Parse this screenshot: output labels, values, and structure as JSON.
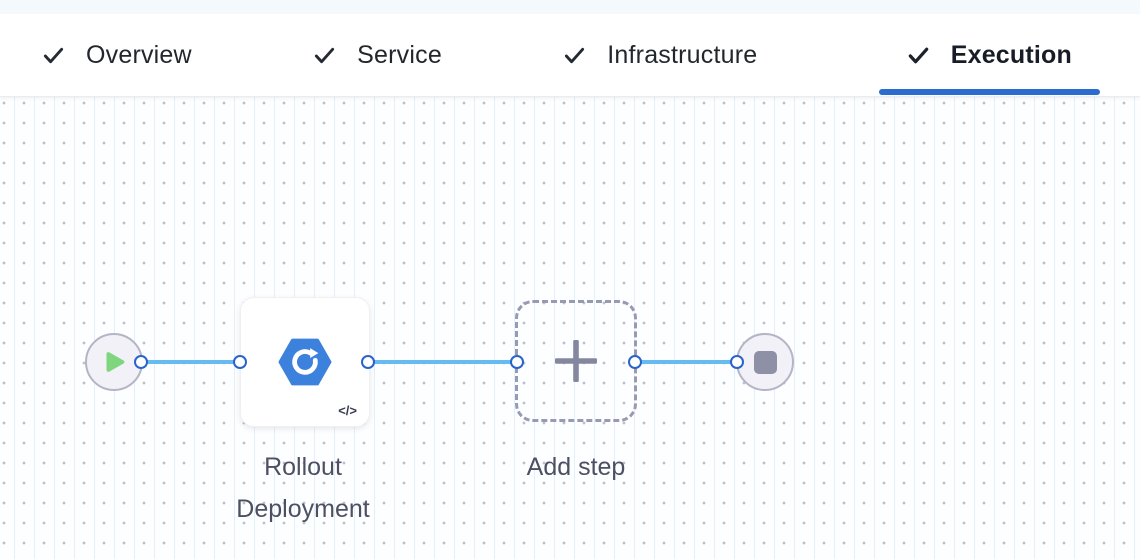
{
  "tab_bar": {
    "tabs": [
      {
        "label": "Overview",
        "status_icon": "check",
        "active": false
      },
      {
        "label": "Service",
        "status_icon": "check",
        "active": false
      },
      {
        "label": "Infrastructure",
        "status_icon": "check",
        "active": false
      },
      {
        "label": "Execution",
        "status_icon": "check",
        "active": true
      }
    ]
  },
  "pipeline": {
    "start_node": {
      "icon": "play"
    },
    "steps": [
      {
        "label": "Rollout Deployment",
        "icon": "rollout-hexagon",
        "badge": "</>"
      },
      {
        "label": "Add step",
        "icon": "plus"
      }
    ],
    "end_node": {
      "icon": "stop"
    }
  },
  "colors": {
    "active_tab_underline": "#2b6cd0",
    "connector_line": "#66bbf1",
    "connector_port_border": "#2a63ca",
    "step_icon_blue": "#3c82dc",
    "play_green": "#7fd67f",
    "stop_gray": "#8e90a6",
    "node_border_gray": "#b3b5c6",
    "canvas_background": "#fdfeff"
  }
}
